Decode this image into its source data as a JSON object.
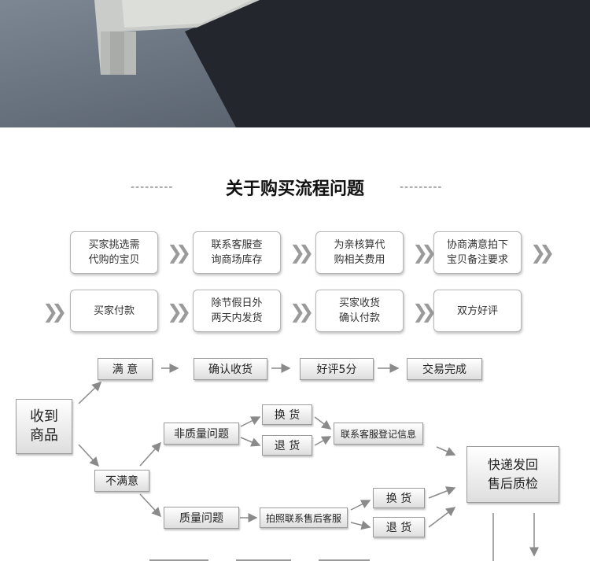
{
  "section_title": "关于购买流程问题",
  "title_dashes": "---------",
  "steps_row1": [
    "买家挑选需\n代购的宝贝",
    "联系客服查\n询商场库存",
    "为亲核算代\n购相关费用",
    "协商满意拍下\n宝贝备注要求"
  ],
  "steps_row2": [
    "买家付款",
    "除节假日外\n两天内发货",
    "买家收货\n确认付款",
    "双方好评"
  ],
  "chevron": "❯❯",
  "flow": {
    "received": "收到\n商品",
    "satisfied": "满 意",
    "confirm_receipt": "确认收货",
    "five_star": "好评5分",
    "deal_done": "交易完成",
    "unsatisfied": "不满意",
    "non_quality": "非质量问题",
    "exchange": "换 货",
    "return": "退 货",
    "contact_cs": "联系客服登记信息",
    "quality": "质量问题",
    "photo_contact": "拍照联系售后客服",
    "exchange2": "换 货",
    "return2": "退 货",
    "express_back": "快递发回\n售后质检"
  }
}
